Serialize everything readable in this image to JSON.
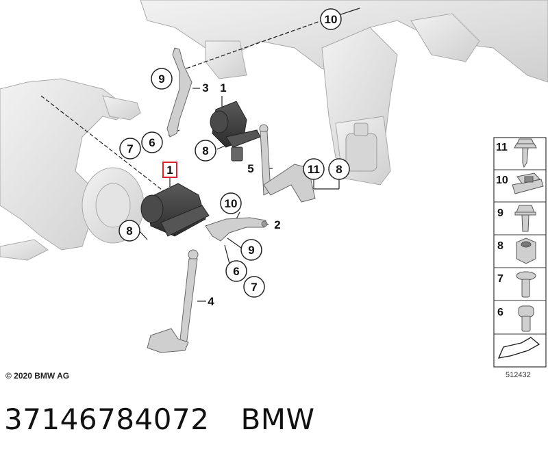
{
  "callouts": [
    "1",
    "1",
    "2",
    "3",
    "4",
    "5",
    "6",
    "6",
    "7",
    "7",
    "8",
    "8",
    "8",
    "9",
    "9",
    "10",
    "10",
    "11"
  ],
  "legend": {
    "items": [
      {
        "num": "11",
        "icon": "flange-bolt-icon"
      },
      {
        "num": "10",
        "icon": "clip-nut-icon"
      },
      {
        "num": "9",
        "icon": "hex-bolt-icon"
      },
      {
        "num": "8",
        "icon": "hex-nut-icon"
      },
      {
        "num": "7",
        "icon": "torx-screw-icon"
      },
      {
        "num": "6",
        "icon": "socket-screw-icon"
      }
    ],
    "arrow_icon": "assembly-arrow-icon"
  },
  "copyright": "© 2020 BMW AG",
  "diagram_number": "512432",
  "part_number": "37146784072",
  "brand": "BMW",
  "colors": {
    "highlight": "#d9232d",
    "line": "#333333",
    "part_gray": "#bdbdbd",
    "dark_part": "#3a3a3a"
  }
}
